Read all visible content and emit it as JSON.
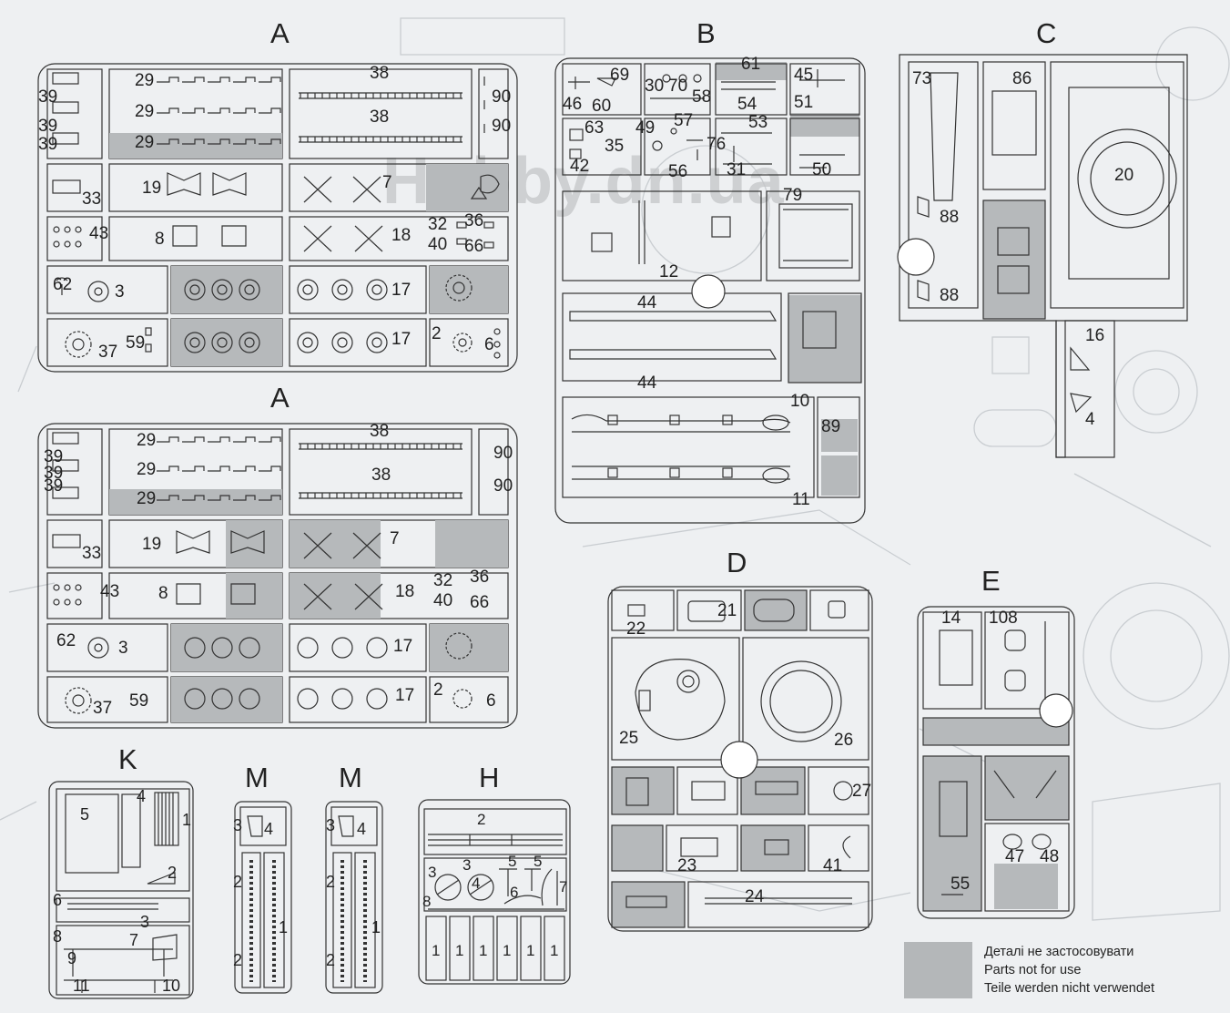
{
  "watermark": "Hobby.dn.ua",
  "sprues": {
    "A1": {
      "label": "A",
      "parts": [
        "39",
        "39",
        "39",
        "29",
        "29",
        "29",
        "38",
        "38",
        "90",
        "90",
        "33",
        "19",
        "7",
        "43",
        "8",
        "18",
        "32",
        "40",
        "36",
        "66",
        "62",
        "3",
        "17",
        "37",
        "59",
        "17",
        "2",
        "6"
      ]
    },
    "A2": {
      "label": "A",
      "parts": [
        "39",
        "39",
        "39",
        "29",
        "29",
        "29",
        "38",
        "38",
        "90",
        "90",
        "33",
        "19",
        "7",
        "43",
        "8",
        "18",
        "32",
        "40",
        "36",
        "66",
        "62",
        "3",
        "17",
        "37",
        "59",
        "17",
        "2",
        "6"
      ]
    },
    "B": {
      "label": "B",
      "parts": [
        "69",
        "46",
        "60",
        "30",
        "70",
        "58",
        "61",
        "54",
        "45",
        "51",
        "63",
        "35",
        "49",
        "57",
        "76",
        "53",
        "42",
        "56",
        "31",
        "50",
        "12",
        "79",
        "44",
        "44",
        "10",
        "89",
        "11"
      ]
    },
    "C": {
      "label": "C",
      "parts": [
        "73",
        "86",
        "20",
        "88",
        "88",
        "16",
        "4"
      ]
    },
    "D": {
      "label": "D",
      "parts": [
        "22",
        "21",
        "25",
        "26",
        "27",
        "23",
        "41",
        "24"
      ]
    },
    "E": {
      "label": "E",
      "parts": [
        "14",
        "108",
        "47",
        "48",
        "55"
      ]
    },
    "K": {
      "label": "K",
      "parts": [
        "5",
        "4",
        "1",
        "6",
        "2",
        "3",
        "8",
        "7",
        "9",
        "11",
        "10"
      ]
    },
    "M1": {
      "label": "M",
      "parts": [
        "3",
        "4",
        "2",
        "1",
        "2"
      ]
    },
    "M2": {
      "label": "M",
      "parts": [
        "3",
        "4",
        "2",
        "1",
        "2"
      ]
    },
    "H": {
      "label": "H",
      "parts": [
        "2",
        "3",
        "3",
        "5",
        "5",
        "4",
        "6",
        "7",
        "8",
        "1",
        "1",
        "1",
        "1",
        "1",
        "1"
      ]
    }
  },
  "legend": {
    "line1": "Деталі не застосовувати",
    "line2": "Parts not for use",
    "line3": "Teile werden nicht verwendet"
  }
}
